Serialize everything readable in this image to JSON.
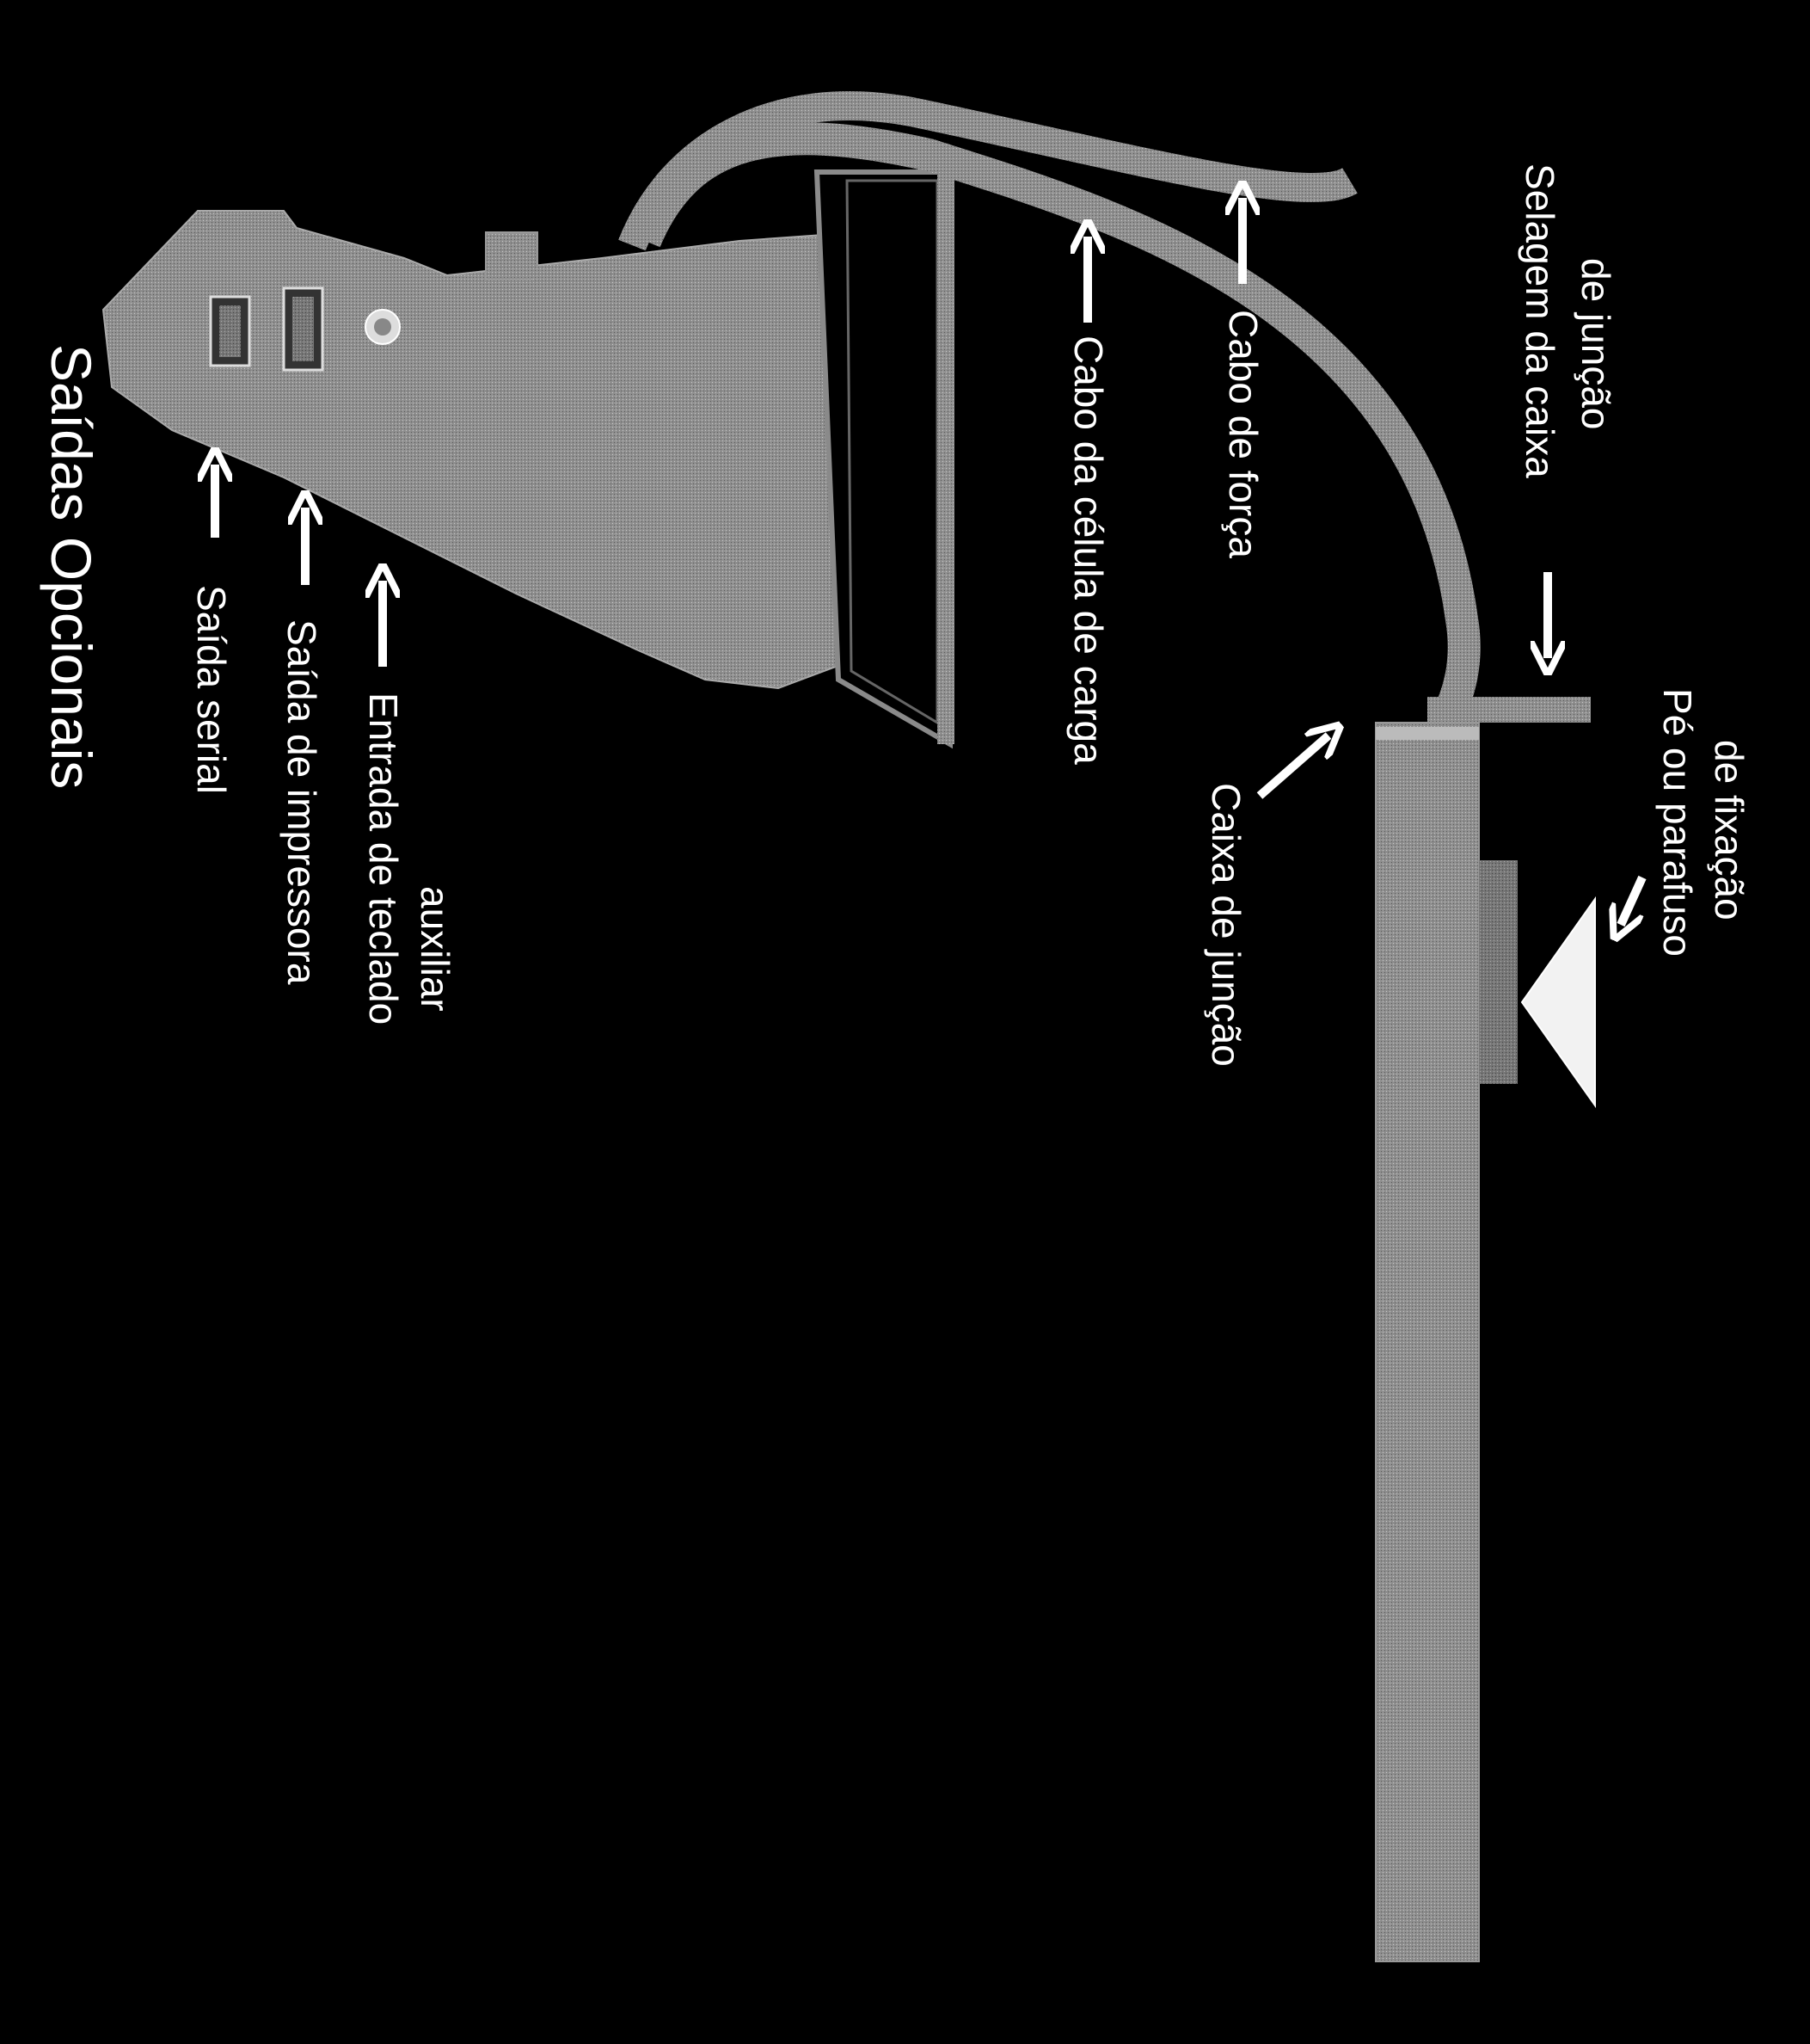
{
  "title": "Saídas Opcionais",
  "labels": {
    "serial_out": "Saída serial",
    "printer_out": "Saída de impressora",
    "aux_keyboard_line1": "Entrada de teclado",
    "aux_keyboard_line2": "auxiliar",
    "load_cell_cable": "Cabo da célula de carga",
    "power_cable": "Cabo de força",
    "junction_seal_line1": "Selagem da caixa",
    "junction_seal_line2": "de junção",
    "junction_box": "Caixa de junção",
    "foot_line1": "Pé ou parafuso",
    "foot_line2": "de fixação"
  },
  "colors": {
    "background": "#000000",
    "body_gray": "#8c8c8c",
    "cable_gray": "#7a7a7a",
    "pole_gray": "#848484",
    "label": "#ffffff"
  },
  "icons": {
    "arrow": "arrow-icon",
    "port": "port-icon",
    "foot": "foot-icon"
  }
}
